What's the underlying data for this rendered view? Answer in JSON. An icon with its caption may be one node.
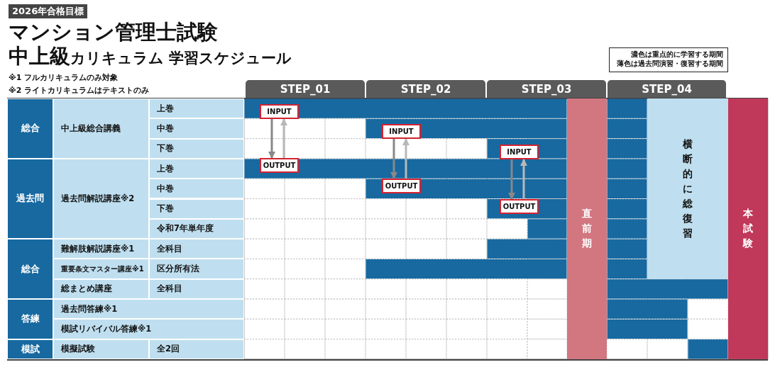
{
  "diagram": {
    "title": "マンション管理士試験",
    "nodes": [
      {
        "text": [
          "INPUT"
        ]
      },
      {
        "text": [
          "OUTPUT"
        ]
      },
      {
        "text": [
          "INPUT"
        ]
      },
      {
        "text": [
          "OUTPUT"
        ]
      },
      {
        "text": [
          "INPUT"
        ]
      },
      {
        "text": [
          "OUTPUT"
        ]
      }
    ],
    "edges": [
      {
        "from": 0,
        "to": 1,
        "arrow": "to",
        "color": "#888888"
      },
      {
        "from": 1,
        "to": 0,
        "arrow": "to",
        "color": "#b8b8b8"
      },
      {
        "from": 2,
        "to": 3,
        "arrow": "to",
        "color": "#888888"
      },
      {
        "from": 3,
        "to": 2,
        "arrow": "to",
        "color": "#b8b8b8"
      },
      {
        "from": 4,
        "to": 5,
        "arrow": "to",
        "color": "#888888"
      },
      {
        "from": 5,
        "to": 4,
        "arrow": "to",
        "color": "#b8b8b8"
      }
    ],
    "labels": [
      "2026年合格目標",
      "**中上級**カリキュラム 学習スケジュール",
      "濃色は重点的に学習する期間",
      "薄色は過去問演習・復習する期間",
      "※1 フルカリキュラムのみ対象",
      "※2 ライトカリキュラムはテキストのみ",
      "STEP_01",
      "STEP_02",
      "STEP_03",
      "STEP_04",
      "総合",
      "中上級総合講義",
      "上巻",
      "中巻",
      "下巻",
      "過去問",
      "過去問解説講座※2",
      "上巻",
      "中巻",
      "下巻",
      "令和7年単年度",
      "総合",
      "難解肢解説講座※1",
      "全科目",
      "重要条文マスター講座※1",
      "区分所有法",
      "総まとめ講座",
      "全科目",
      "答練",
      "過去問答練※1",
      "模試リバイバル答練※1",
      "模試",
      "模擬試験",
      "全2回",
      "直前期",
      "横断的に総復習",
      "本試験"
    ]
  }
}
